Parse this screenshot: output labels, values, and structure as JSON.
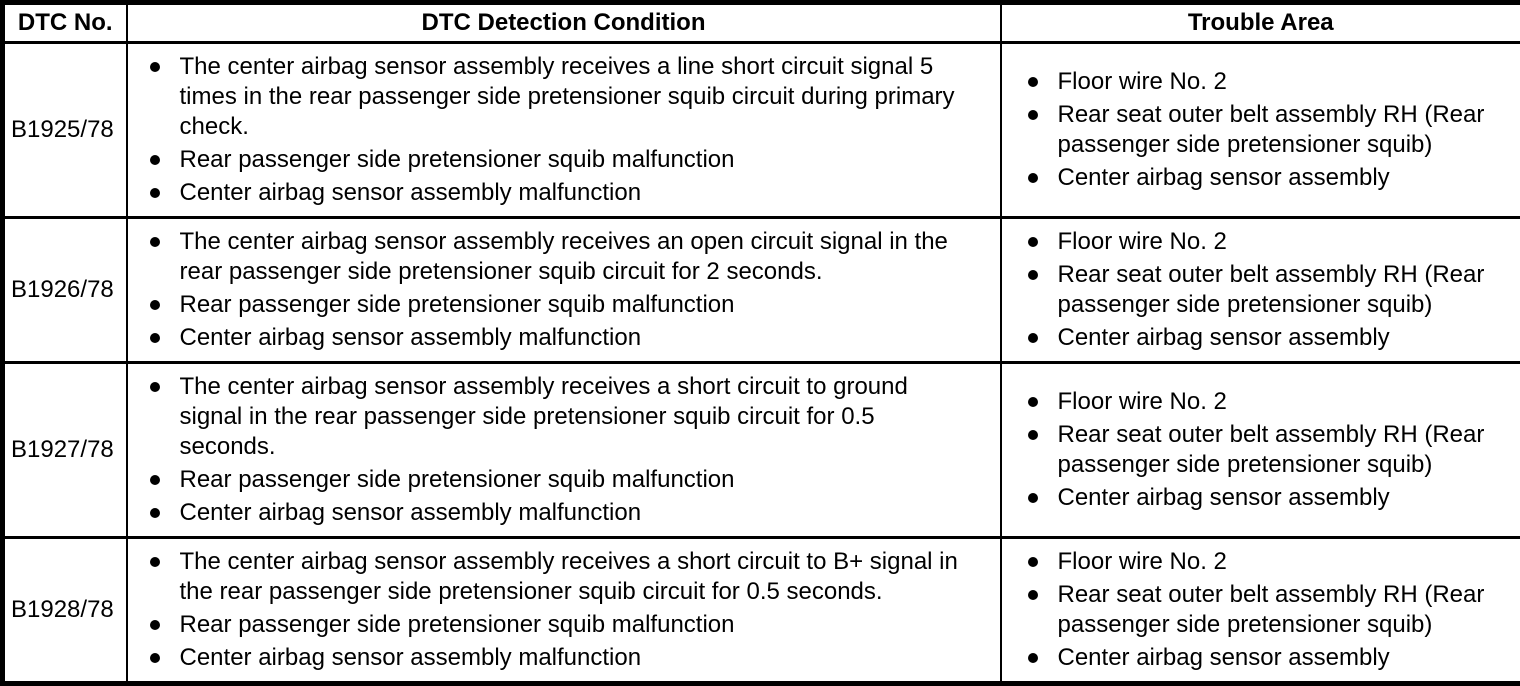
{
  "colors": {
    "border": "#000000",
    "background": "#ffffff",
    "text": "#000000"
  },
  "table": {
    "headers": {
      "dtc_no": "DTC No.",
      "detection_condition": "DTC Detection Condition",
      "trouble_area": "Trouble Area"
    },
    "rows": [
      {
        "dtc_no": "B1925/78",
        "conditions": [
          "The center airbag sensor assembly receives a line short circuit signal 5 times in the rear passenger side pretensioner squib circuit during primary check.",
          "Rear passenger side pretensioner squib malfunction",
          "Center airbag sensor assembly malfunction"
        ],
        "trouble_areas": [
          "Floor wire No. 2",
          "Rear seat outer belt assembly RH (Rear passenger side pretensioner squib)",
          "Center airbag sensor assembly"
        ]
      },
      {
        "dtc_no": "B1926/78",
        "conditions": [
          "The center airbag sensor assembly receives an open circuit signal in the rear passenger side pretensioner squib circuit for 2 seconds.",
          "Rear passenger side pretensioner squib malfunction",
          "Center airbag sensor assembly malfunction"
        ],
        "trouble_areas": [
          "Floor wire No. 2",
          "Rear seat outer belt assembly RH (Rear passenger side pretensioner squib)",
          "Center airbag sensor assembly"
        ]
      },
      {
        "dtc_no": "B1927/78",
        "conditions": [
          "The center airbag sensor assembly receives a short circuit to ground signal in the rear passenger side pretensioner squib circuit for 0.5 seconds.",
          "Rear passenger side pretensioner squib malfunction",
          "Center airbag sensor assembly malfunction"
        ],
        "trouble_areas": [
          "Floor wire No. 2",
          "Rear seat outer belt assembly RH (Rear passenger side pretensioner squib)",
          "Center airbag sensor assembly"
        ]
      },
      {
        "dtc_no": "B1928/78",
        "conditions": [
          "The center airbag sensor assembly receives a short circuit to B+ signal in the rear passenger side pretensioner squib circuit for 0.5 seconds.",
          "Rear passenger side pretensioner squib malfunction",
          "Center airbag sensor assembly malfunction"
        ],
        "trouble_areas": [
          "Floor wire No. 2",
          "Rear seat outer belt assembly RH (Rear passenger side pretensioner squib)",
          "Center airbag sensor assembly"
        ]
      }
    ]
  }
}
